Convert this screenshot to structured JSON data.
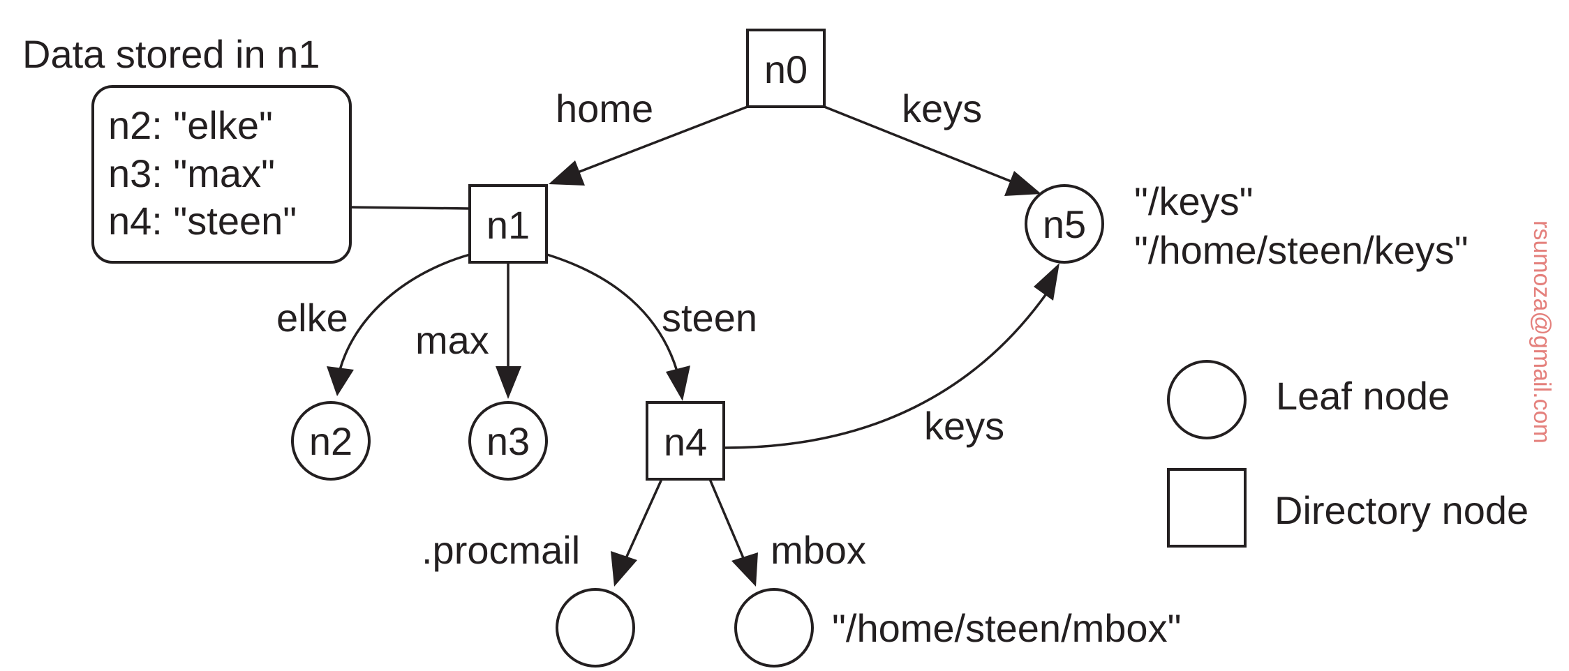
{
  "callout": {
    "title": "Data stored in n1",
    "lines": [
      "n2: \"elke\"",
      "n3: \"max\"",
      "n4: \"steen\""
    ]
  },
  "nodes": {
    "n0": "n0",
    "n1": "n1",
    "n2": "n2",
    "n3": "n3",
    "n4": "n4",
    "n5": "n5"
  },
  "edges": {
    "n0_n1": "home",
    "n0_n5": "keys",
    "n1_n2": "elke",
    "n1_n3": "max",
    "n1_n4": "steen",
    "n4_n5": "keys",
    "n4_procmail": ".procmail",
    "n4_mbox": "mbox"
  },
  "paths": {
    "n5_line1": "\"/keys\"",
    "n5_line2": "\"/home/steen/keys\"",
    "mbox": "\"/home/steen/mbox\""
  },
  "legend": {
    "leaf": "Leaf node",
    "directory": "Directory node"
  },
  "watermark": "rsumoza@gmail.com",
  "colors": {
    "ink": "#231f20",
    "watermark": "#e4807c"
  }
}
